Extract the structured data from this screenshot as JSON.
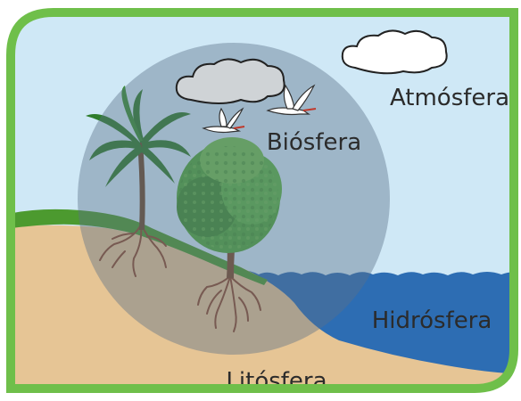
{
  "labels": {
    "atmosphere": "Atmósfera",
    "biosphere": "Biósfera",
    "hydrosphere": "Hidrósfera",
    "lithosphere": "Litósfera"
  },
  "colors": {
    "frame": "#6fbf4a",
    "sky": "#cfe8f6",
    "soil": "#e6c595",
    "water": "#2d6db3",
    "water_deep": "#255a96",
    "grass": "#4c9a2f",
    "biosphere_circle": "#6a7e94",
    "palm": "#2f7d2c",
    "tree": "#4fa83a",
    "trunk": "#7b4a2a",
    "roots": "#8c4b2b",
    "cloud_gray": "#cfd3d6",
    "cloud_white": "#ffffff"
  },
  "icons": [
    "cloud-icon",
    "bird-icon",
    "palm-tree-icon",
    "tree-icon",
    "roots-icon"
  ]
}
